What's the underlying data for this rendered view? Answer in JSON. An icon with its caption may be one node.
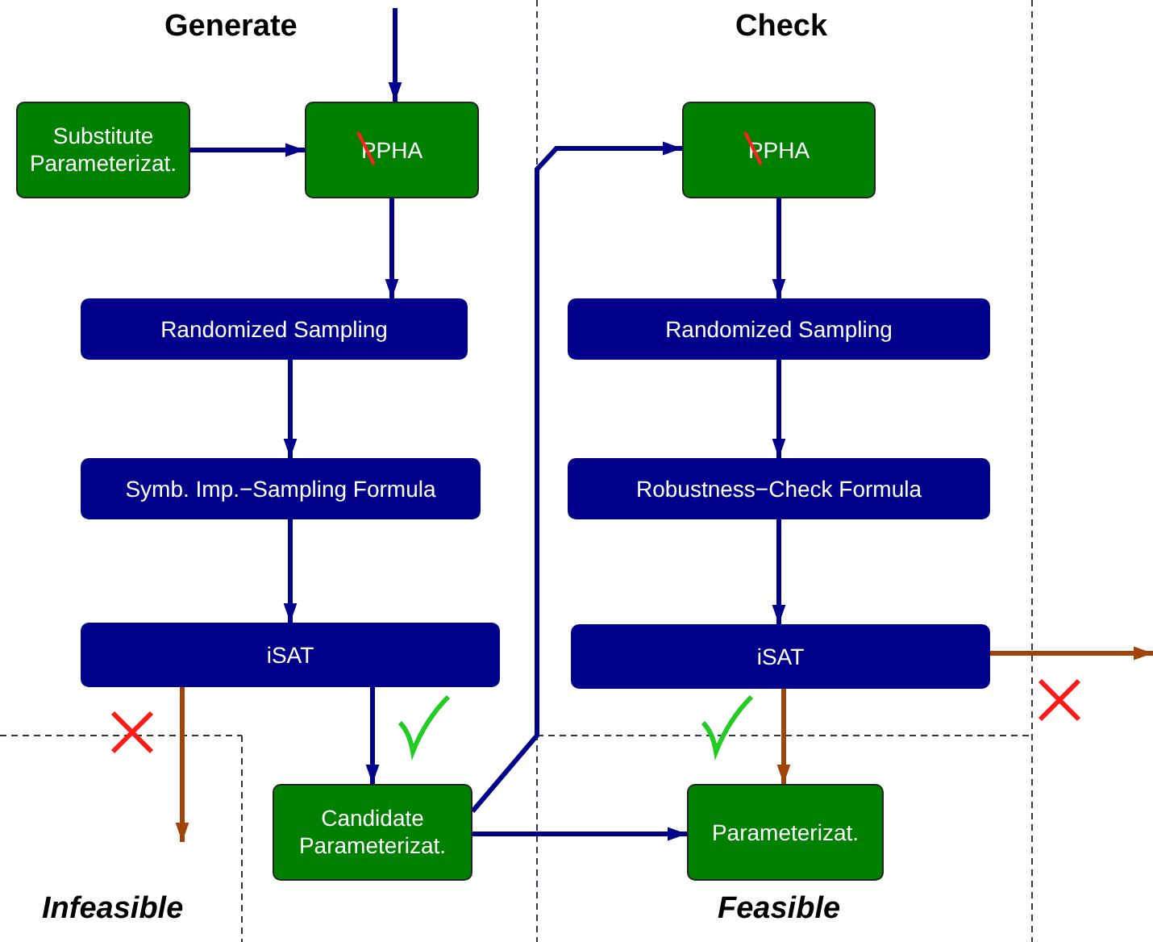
{
  "diagram": {
    "nodes": [
      {
        "text": [
          "Substitute Parameterizat."
        ]
      },
      {
        "text": [
          "PPHA"
        ]
      },
      {
        "text": [
          "Randomized Sampling"
        ]
      },
      {
        "text": [
          "Symb. Imp.−Sampling Formula"
        ]
      },
      {
        "text": [
          "iSAT"
        ]
      },
      {
        "text": [
          "Candidate Parameterizat."
        ]
      },
      {
        "text": [
          "PPHA"
        ]
      },
      {
        "text": [
          "Randomized Sampling"
        ]
      },
      {
        "text": [
          "Robustness−Check Formula"
        ]
      },
      {
        "text": [
          "iSAT"
        ]
      },
      {
        "text": [
          "Parameterizat."
        ]
      }
    ],
    "edges": [
      {
        "from": null,
        "to": 1,
        "arrow": "to"
      },
      {
        "from": 0,
        "to": 1,
        "arrow": "to"
      },
      {
        "from": 1,
        "to": 2,
        "arrow": "to"
      },
      {
        "from": 2,
        "to": 3,
        "arrow": "to"
      },
      {
        "from": 3,
        "to": 4,
        "arrow": "to"
      },
      {
        "from": 4,
        "to": 5,
        "arrow": "to"
      },
      {
        "from": 4,
        "to": null,
        "arrow": "to",
        "color": "#a0440a"
      },
      {
        "from": 5,
        "to": 6,
        "arrow": "to"
      },
      {
        "from": 5,
        "to": 10,
        "arrow": "to"
      },
      {
        "from": 6,
        "to": 7,
        "arrow": "to"
      },
      {
        "from": 7,
        "to": 8,
        "arrow": "to"
      },
      {
        "from": 8,
        "to": 9,
        "arrow": "to"
      },
      {
        "from": 9,
        "to": 10,
        "arrow": "to",
        "color": "#a0440a"
      },
      {
        "from": 9,
        "to": null,
        "arrow": "to",
        "color": "#a0440a"
      }
    ],
    "labels": [
      "Generate",
      "Check",
      "Infeasible",
      "Feasible"
    ]
  }
}
